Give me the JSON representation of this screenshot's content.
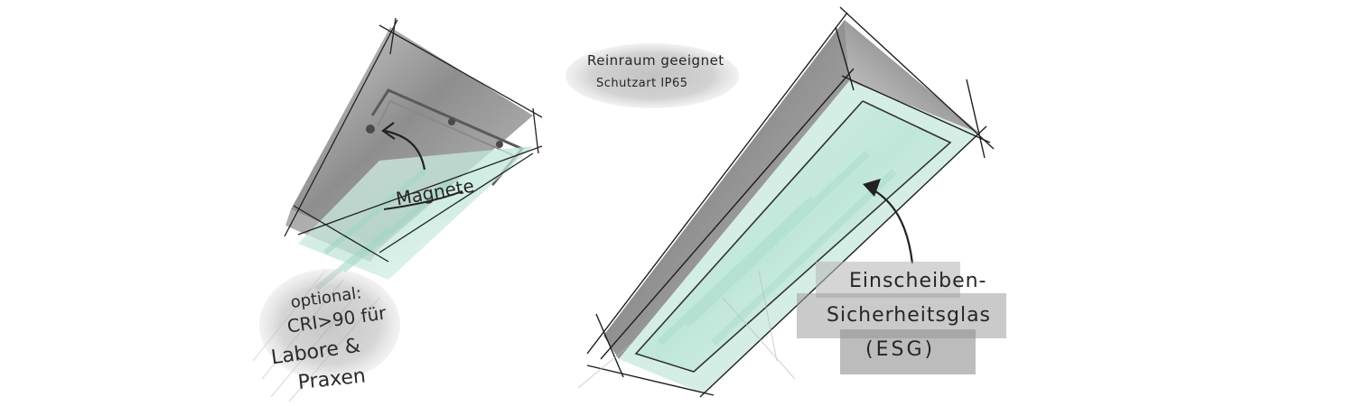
{
  "badge": {
    "line1": "Reinraum geeignet",
    "line2": "Schutzart IP65"
  },
  "left_sketch": {
    "callout": "Magnete",
    "note_line1": "optional:",
    "note_line2": "CRI>90 für",
    "note_line3": "Labore &",
    "note_line4": "Praxen"
  },
  "right_sketch": {
    "callout_line1": "Einscheiben-",
    "callout_line2": "Sicherheitsglas",
    "callout_line3": "(ESG)"
  },
  "colors": {
    "ink": "#262626",
    "metal_dark": "#6e6e6e",
    "metal_light": "#b9b9b9",
    "glass": "#b8e3d6",
    "glass_edge": "#8fcfbd",
    "badge_gray": "#a9a9a9"
  }
}
